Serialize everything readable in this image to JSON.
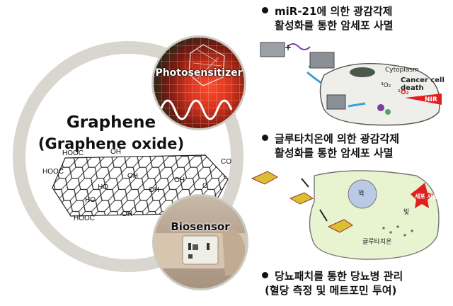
{
  "center": {
    "title_line1": "Graphene",
    "title_line2": "(Graphene oxide)"
  },
  "structure_labels": {
    "hooc_top": "HOOC",
    "oh_top": "OH",
    "hooc_left": "HOOC",
    "co_right": "CO",
    "oh_a": "OH",
    "ho_a": "HO",
    "oh_b": "OH",
    "ho_b": "HO",
    "oh_c": "OH",
    "hooc_bottom": "HOOC",
    "oh_d": "OH",
    "o_a": "O"
  },
  "photosensitizer": {
    "label": "Photosensitizer"
  },
  "biosensor": {
    "label": "Biosensor"
  },
  "sections": [
    {
      "line1": "miR-21에 의한 광감각제",
      "line2": "활성화를 통한 암세포 사멸"
    },
    {
      "line1": "글루타치온에 의한 광감각제",
      "line2": "활성화를 통한 암세포 사멸"
    },
    {
      "line1": "당뇨패치를 통한 당뇨병 관리",
      "line2": "(혈당 측정 및 메트포민 투여)"
    }
  ],
  "panel1": {
    "cytoplasm": "Cytoplasm",
    "cancer_death": "Cancer cell death",
    "o2_triplet": "³O₂",
    "o2_singlet": "¹O₂",
    "nir": "NIR",
    "plus": "+"
  },
  "panel2": {
    "nucleus_char": "핵",
    "cell_label": "글루타치온",
    "death_label": "세포 사멸",
    "light_label": "빛"
  },
  "colors": {
    "ring": "#d9d6cf",
    "accent_red": "#e02020",
    "cell_green": "#e8f3cf",
    "arrow_blue": "#3aa0d8"
  }
}
